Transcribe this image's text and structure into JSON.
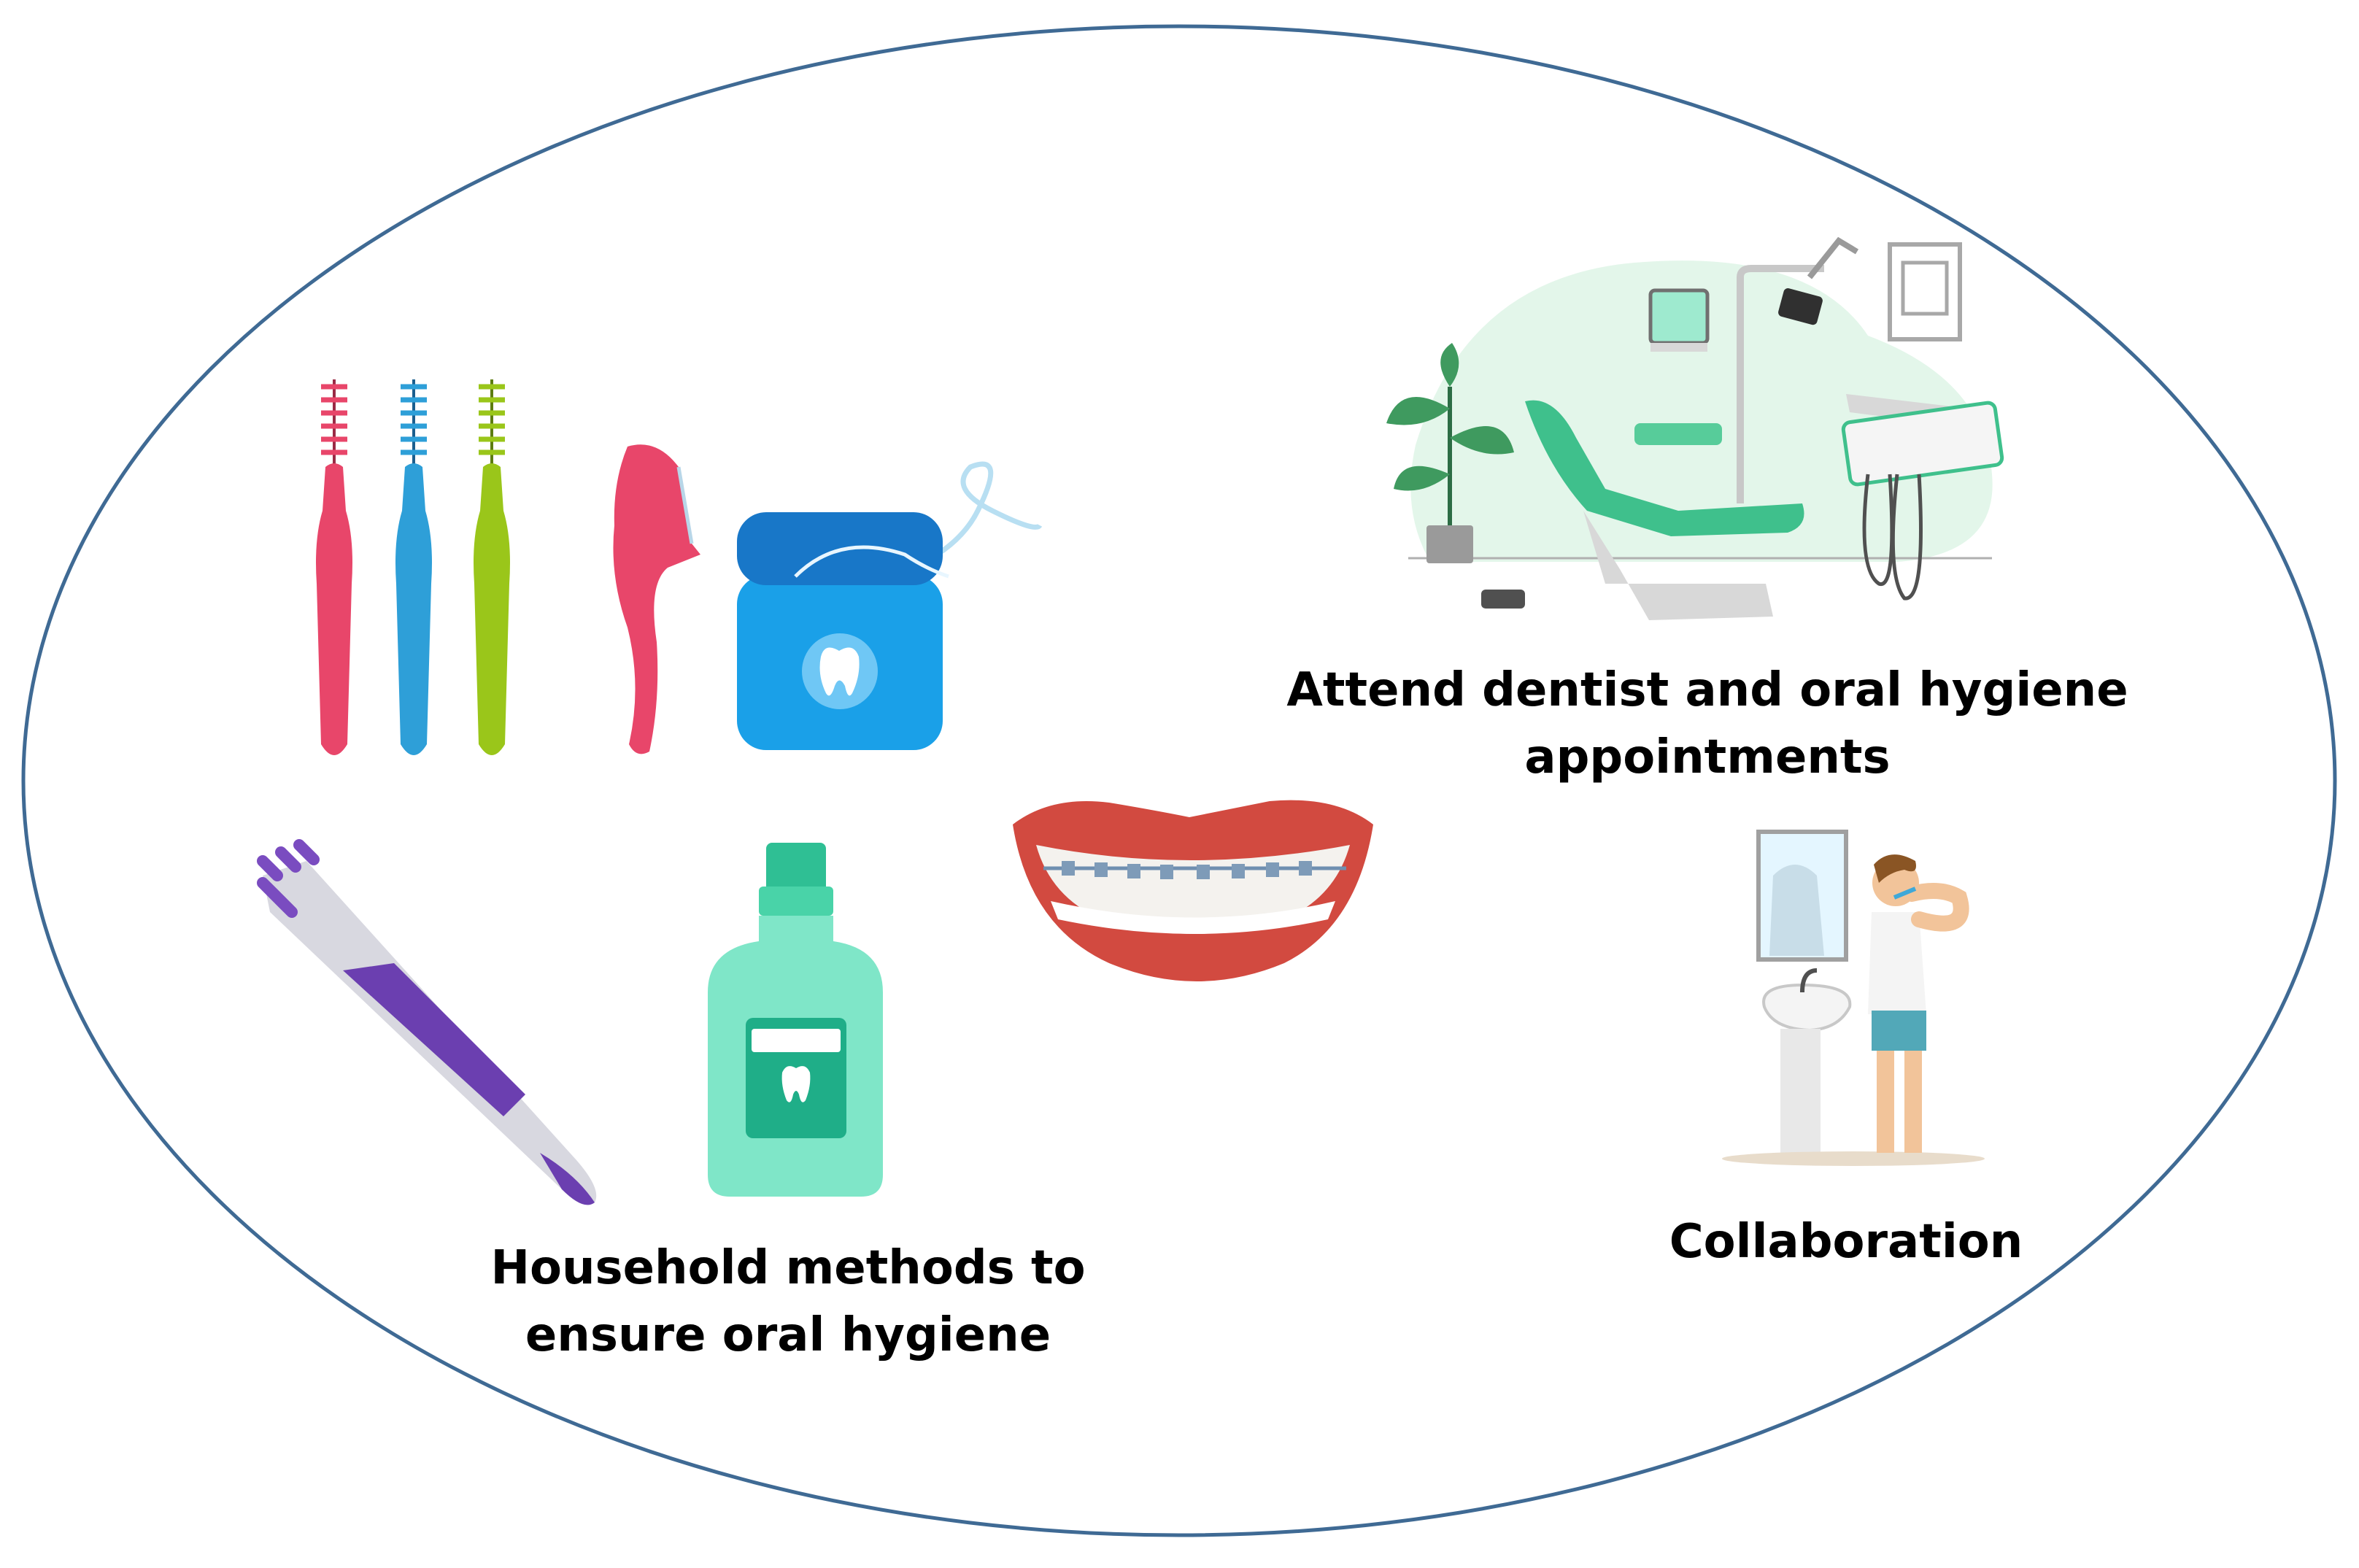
{
  "labels": {
    "dentist_line1": "Attend dentist and oral hygiene",
    "dentist_line2": "appointments",
    "household_line1": "Household methods to",
    "household_line2": "ensure oral hygiene",
    "collaboration": "Collaboration"
  },
  "icons": [
    "interdental-brush-icon",
    "floss-pick-icon",
    "dental-floss-icon",
    "toothbrush-icon",
    "mouthwash-icon",
    "smile-with-braces-icon",
    "dental-clinic-icon",
    "person-brushing-teeth-icon"
  ],
  "colors": {
    "ellipse_stroke": "#3f6a94",
    "pink": "#e8466a",
    "blue": "#2e9fd8",
    "green": "#9ac61a",
    "purple": "#6b3fb0",
    "mint": "#7fe6c8",
    "lips": "#d24a40",
    "clinic_green": "#3fc08c"
  }
}
